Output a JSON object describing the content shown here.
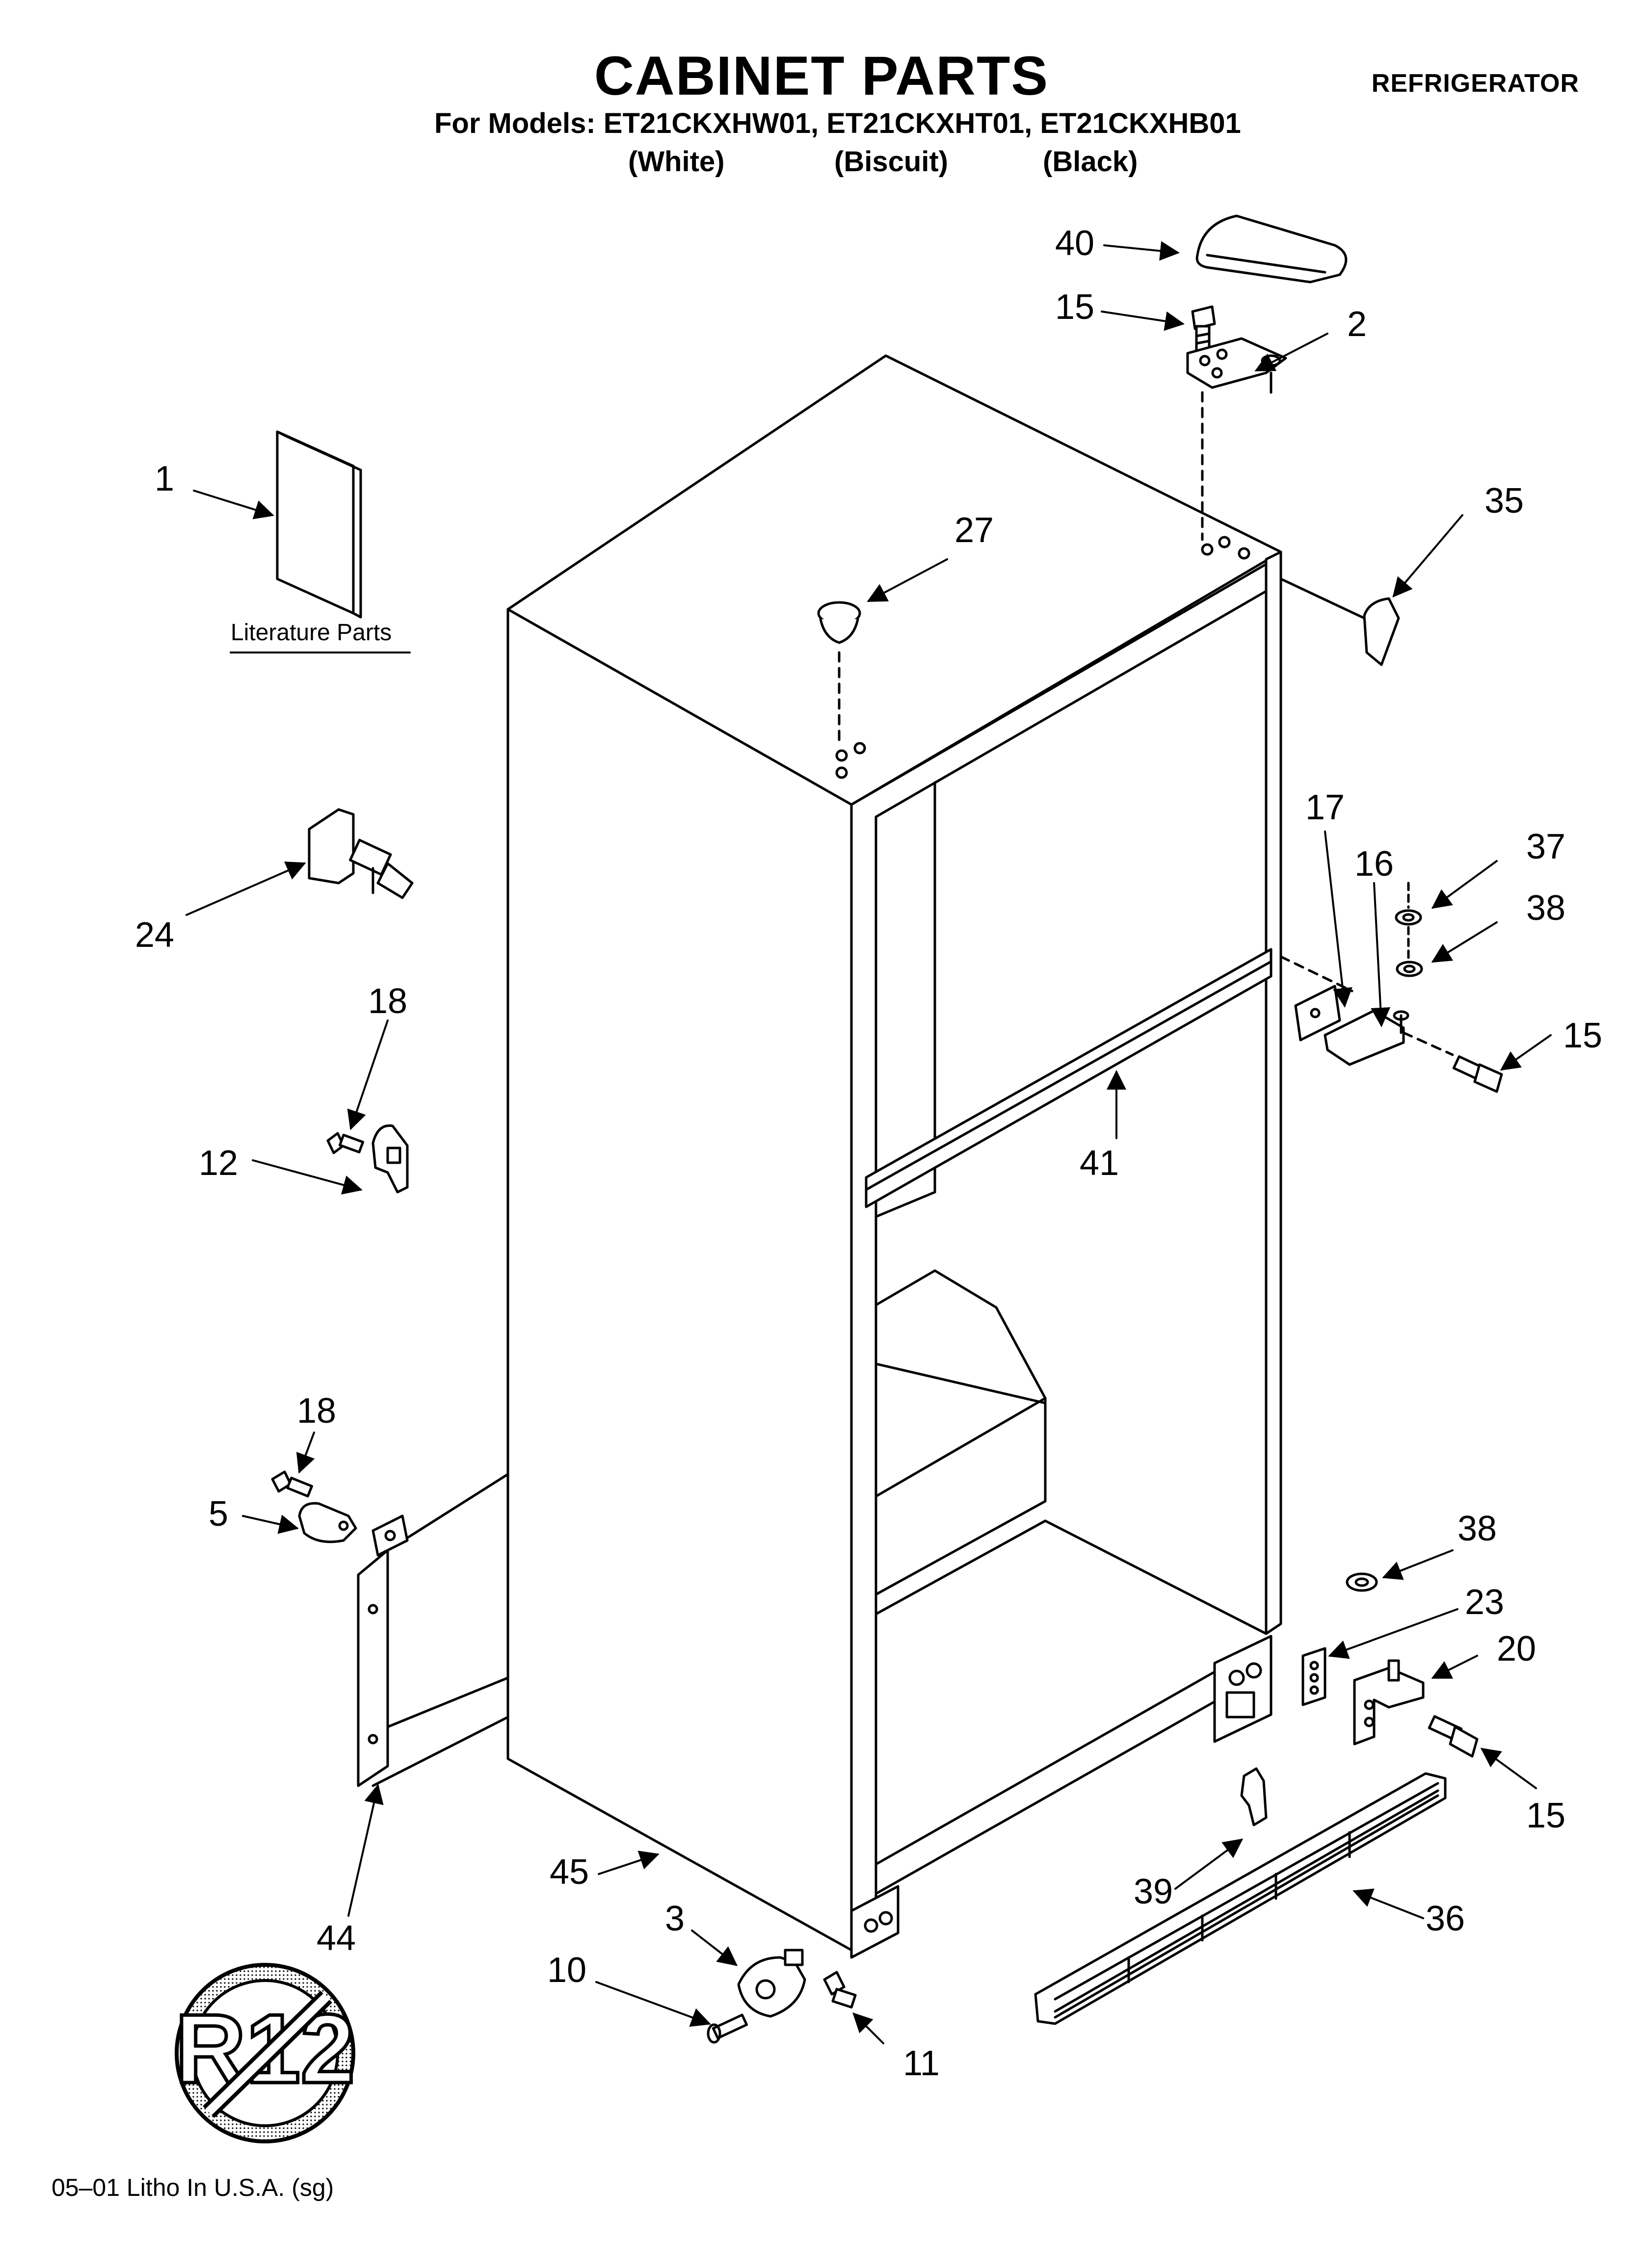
{
  "header": {
    "title": "CABINET PARTS",
    "category": "REFRIGERATOR",
    "models_line": "For Models: ET21CKXHW01, ET21CKXHT01, ET21CKXHB01",
    "color_white": "(White)",
    "color_biscuit": "(Biscuit)",
    "color_black": "(Black)"
  },
  "literature_label": "Literature Parts",
  "no_r12_symbol": "R12",
  "footer": "05–01 Litho In U.S.A. (sg)",
  "callouts": {
    "c40": "40",
    "c15a": "15",
    "c2": "2",
    "c1": "1",
    "c27": "27",
    "c35": "35",
    "c24": "24",
    "c17": "17",
    "c16": "16",
    "c37": "37",
    "c38a": "38",
    "c15b": "15",
    "c18a": "18",
    "c12": "12",
    "c41": "41",
    "c18b": "18",
    "c5": "5",
    "c38b": "38",
    "c23": "23",
    "c20": "20",
    "c15c": "15",
    "c44": "44",
    "c45": "45",
    "c39": "39",
    "c36": "36",
    "c3": "3",
    "c10": "10",
    "c11": "11"
  }
}
